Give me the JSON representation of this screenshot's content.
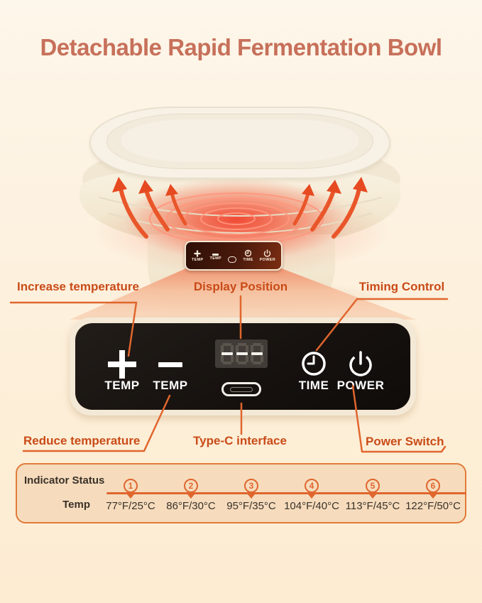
{
  "title": "Detachable Rapid Fermentation Bowl",
  "callouts": {
    "increase_temperature": "Increase temperature",
    "display_position": "Display Position",
    "timing_control": "Timing Control",
    "reduce_temperature": "Reduce temperature",
    "type_c_interface": "Type-C interface",
    "power_switch": "Power Switch"
  },
  "panel": {
    "temp_plus_label": "TEMP",
    "temp_minus_label": "TEMP",
    "display_value": "---",
    "time_label": "TIME",
    "power_label": "POWER"
  },
  "mini_panel": {
    "temp_plus_label": "TEMP",
    "temp_minus_label": "TEMP",
    "time_label": "TIME",
    "power_label": "POWER"
  },
  "table": {
    "status_label": "Indicator Status",
    "temp_label": "Temp",
    "indicators": [
      "1",
      "2",
      "3",
      "4",
      "5",
      "6"
    ],
    "temps": [
      "77°F/25°C",
      "86°F/30°C",
      "95°F/35°C",
      "104°F/40°C",
      "113°F/45°C",
      "122°F/50°C"
    ]
  },
  "colors": {
    "accent_line": "#e0662e",
    "callout_text": "#c94b17",
    "title_text": "#c7705a",
    "heat_arrow": "#e9562a",
    "panel_background": "#16110e",
    "table_border": "#e07b3a"
  }
}
